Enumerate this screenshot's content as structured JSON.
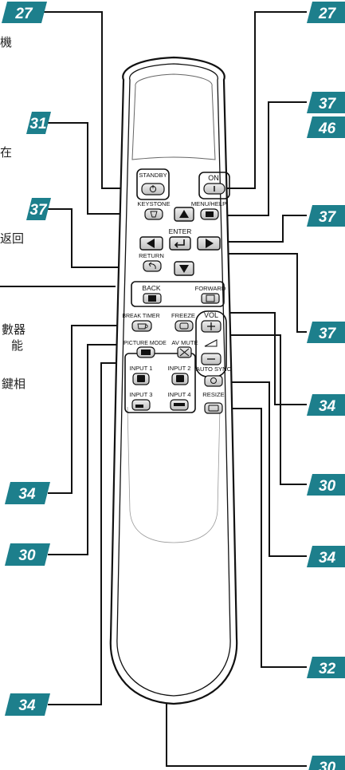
{
  "left_badges": [
    "27",
    "31",
    "37",
    "34",
    "30",
    "34"
  ],
  "right_badges": [
    "27",
    "37",
    "46",
    "37",
    "37",
    "34",
    "30",
    "34",
    "32",
    "30"
  ],
  "side_text": {
    "t1": "機",
    "t2": "在",
    "t3": "返回",
    "t4": "數器",
    "t5": "能",
    "t6": "鍵相"
  },
  "buttons": {
    "on": "ON",
    "standby": "STANDBY",
    "keystone": "KEYSTONE",
    "menu_help": "MENU/HELP",
    "enter": "ENTER",
    "return": "RETURN",
    "back": "BACK",
    "forward": "FORWARD",
    "break_timer": "BREAK TIMER",
    "freeze": "FREEZE",
    "vol": "VOL",
    "picture_mode": "PICTURE MODE",
    "av_mute": "AV MUTE",
    "input1": "INPUT 1",
    "input2": "INPUT 2",
    "auto_sync": "AUTO SYNC",
    "input3": "INPUT 3",
    "input4": "INPUT 4",
    "resize": "RESIZE"
  },
  "colors": {
    "badge_fill": "#1d7f8c",
    "button_gray": "#d2d2d2",
    "outline": "#111111"
  }
}
